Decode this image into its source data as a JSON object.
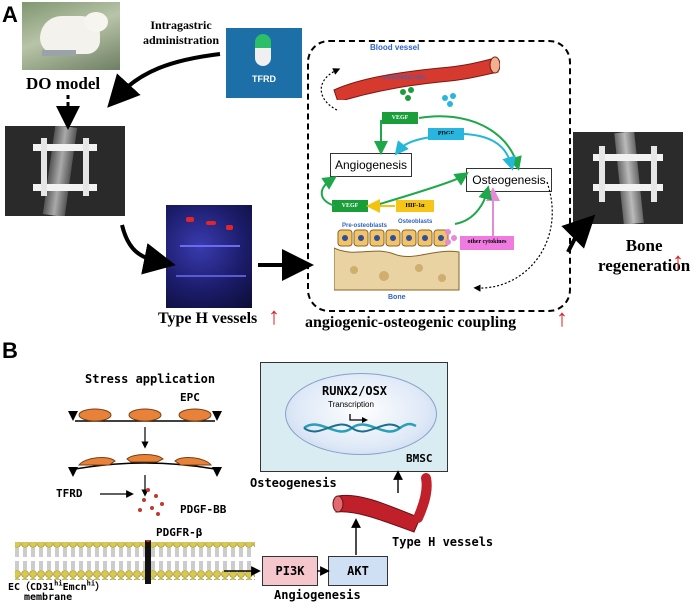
{
  "panel_a": {
    "label": "A",
    "route_label": "Intragastric\nadministration",
    "drug": "TFRD",
    "model_label": "DO model",
    "type_h_label": "Type H vessels",
    "coupling_label": "angiogenic-osteogenic coupling",
    "bone_regen_label": "Bone\nregeneration",
    "up_arrow": "↑",
    "coupling_box": {
      "blood_vessel": "Blood vessel",
      "endothelial_cells": "endothelial cells",
      "vegf_top": "VEGF",
      "pdgf": "PDGF",
      "angiogenesis": "Angiogenesis",
      "osteogenesis": "Osteogenesis",
      "vegf_bottom": "VEGF",
      "hif": "HIF-1α",
      "pre_osteoblasts": "Pre-osteoblasts",
      "osteoblasts": "Osteoblasts",
      "other_cytokines": "other cytokines",
      "bone": "Bone"
    }
  },
  "panel_b": {
    "label": "B",
    "stress_application": "Stress application",
    "epc": "EPC",
    "tfrd": "TFRD",
    "pdgf_bb": "PDGF-BB",
    "pdgfr": "PDGFR-β",
    "ec_label_pre": "EC（CD31",
    "hi1": "hi",
    "ec_label_mid": "Emcn",
    "hi2": "hi",
    "ec_label_post": "）",
    "membrane": "membrane",
    "pi3k": "PI3K",
    "akt": "AKT",
    "angiogenesis": "Angiogenesis",
    "type_h_vessels": "Type H vessels",
    "osteogenesis": "Osteogenesis",
    "runx2": "RUNX2/OSX",
    "transcription": "Transcription",
    "bmsc": "BMSC"
  },
  "colors": {
    "green_arrow": "#1fa84a",
    "cyan_arrow": "#25b7d9",
    "yellow_arrow": "#f2c40f",
    "pink_arrow": "#e58ad6",
    "red_arrow": "#e02020",
    "vegf_box": "#1a9e3a",
    "pdgf_box": "#28b5e0",
    "hif_box": "#f5c518",
    "cytokine_box": "#f07be0",
    "membrane_head": "#d9c84a",
    "pi3k_fill": "#f5c6cb",
    "akt_fill": "#cfe0f5",
    "bmsc_fill": "#d9ecf2"
  }
}
